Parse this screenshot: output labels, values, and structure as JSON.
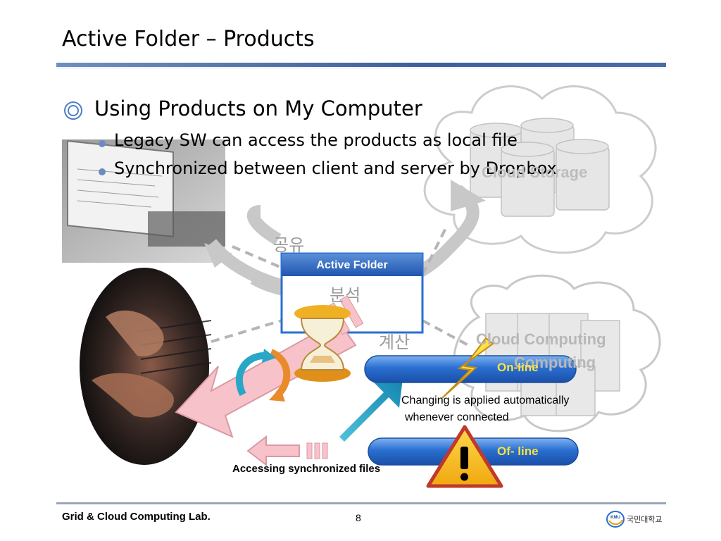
{
  "slide": {
    "title": "Active Folder – Products",
    "main_bullet": "Using Products on My Computer",
    "sub_bullets": [
      "Legacy SW can access the products as local file",
      "Synchronized between client and server  by Dropbox"
    ]
  },
  "diagram": {
    "active_folder_title": "Active Folder",
    "share_label": "공유",
    "analyze_label": "분석",
    "compute_label": "계산",
    "cloud_storage_label": "Cloud Storage",
    "cloud_computing_label_line1": "Cloud Computing",
    "cloud_computing_label_line2": "Computing",
    "online_label": "On-line",
    "offline_label": "Of- line",
    "changing_line1": "Changing is applied automatically",
    "changing_line2": "whenever connected",
    "accessing_label": "Accessing synchronized files"
  },
  "footer": {
    "lab_name": "Grid & Cloud Computing Lab.",
    "page_number": "8",
    "logo_text": "국민대학교",
    "logo_badge": "KMU"
  },
  "colors": {
    "title_rule": "#3f5f9a",
    "pill_blue": "#2a6fd1",
    "label_yellow": "#ffe23a",
    "arrow_cyan": "#1aa3c8",
    "arrow_pink": "#f5b8c0"
  }
}
